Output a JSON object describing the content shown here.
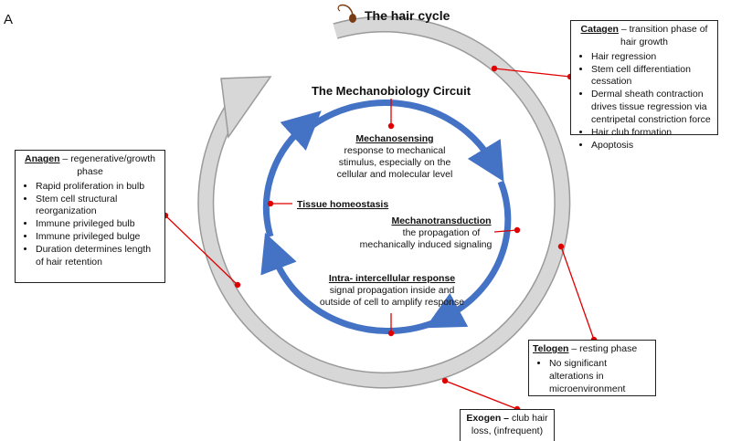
{
  "panel_label": "A",
  "hair_cycle_title": "The hair cycle",
  "circuit_title": "The Mechanobiology Circuit",
  "circuit": {
    "mechanosensing": {
      "title": "Mechanosensing",
      "lines": [
        "response to mechanical",
        "stimulus, especially on the",
        "cellular and molecular level"
      ]
    },
    "mechanotransduction": {
      "title": "Mechanotransduction",
      "lines": [
        "the propagation of",
        "mechanically induced signaling"
      ]
    },
    "intra": {
      "title": "Intra- intercellular response",
      "lines": [
        "signal propagation inside and",
        "outside of cell to amplify response"
      ]
    },
    "homeostasis": {
      "title": "Tissue homeostasis"
    }
  },
  "catagen": {
    "name": "Catagen",
    "desc": " – transition phase of hair growth",
    "items": [
      "Hair regression",
      "Stem cell differentiation cessation",
      "Dermal sheath contraction drives tissue regression via centripetal constriction force",
      "Hair club formation",
      "Apoptosis"
    ]
  },
  "anagen": {
    "name": "Anagen",
    "desc": " – regenerative/growth phase",
    "items": [
      "Rapid proliferation in bulb",
      "Stem cell structural reorganization",
      "Immune privileged bulb",
      "Immune privileged bulge",
      "Duration determines length of hair retention"
    ]
  },
  "telogen": {
    "name": "Telogen",
    "desc": " – resting phase",
    "items": [
      "No significant alterations in microenvironment"
    ]
  },
  "exogen": {
    "name": "Exogen –",
    "desc": " club hair loss, (infrequent)"
  },
  "colors": {
    "outer_ring": "#d7d7d7",
    "outer_ring_stroke": "#9a9a9a",
    "inner_arrow": "#4472c4",
    "connector": "#e00000",
    "follicle": "#7a3b12"
  }
}
